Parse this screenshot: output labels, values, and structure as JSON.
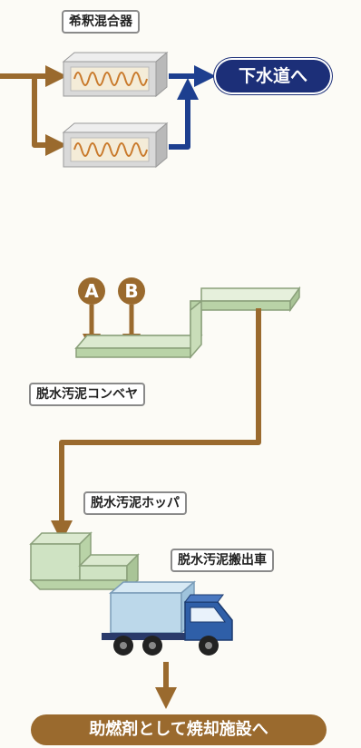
{
  "labels": {
    "mixer": "希釈混合器",
    "to_sewer": "下水道へ",
    "conveyor": "脱水汚泥コンベヤ",
    "hopper": "脱水汚泥ホッパ",
    "truck": "脱水汚泥搬出車",
    "incineration": "助燃剤として焼却施設へ"
  },
  "inputs": [
    "A",
    "B"
  ],
  "colors": {
    "flow_brown": "#9a6a2e",
    "flow_blue": "#1d3f8f",
    "pill_navy": "#1c2f78",
    "pill_brown": "#9a6a2e",
    "equipment_green": "#cfe3c3",
    "mixer_gray": "#d9d9d9",
    "truck_cab": "#2f5fa8",
    "truck_cargo": "#bcd8ea"
  }
}
